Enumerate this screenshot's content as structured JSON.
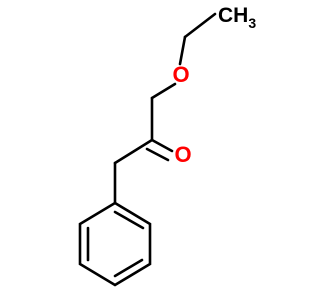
{
  "molecule": {
    "atoms": {
      "methyl": {
        "symbol": "CH",
        "subscript": "3",
        "color": "#000000"
      },
      "ether_oxygen": {
        "symbol": "O",
        "color": "#ff0000"
      },
      "carbonyl_oxygen": {
        "symbol": "O",
        "color": "#ff0000"
      }
    },
    "bond_color": "#000000",
    "background_color": "#ffffff"
  }
}
